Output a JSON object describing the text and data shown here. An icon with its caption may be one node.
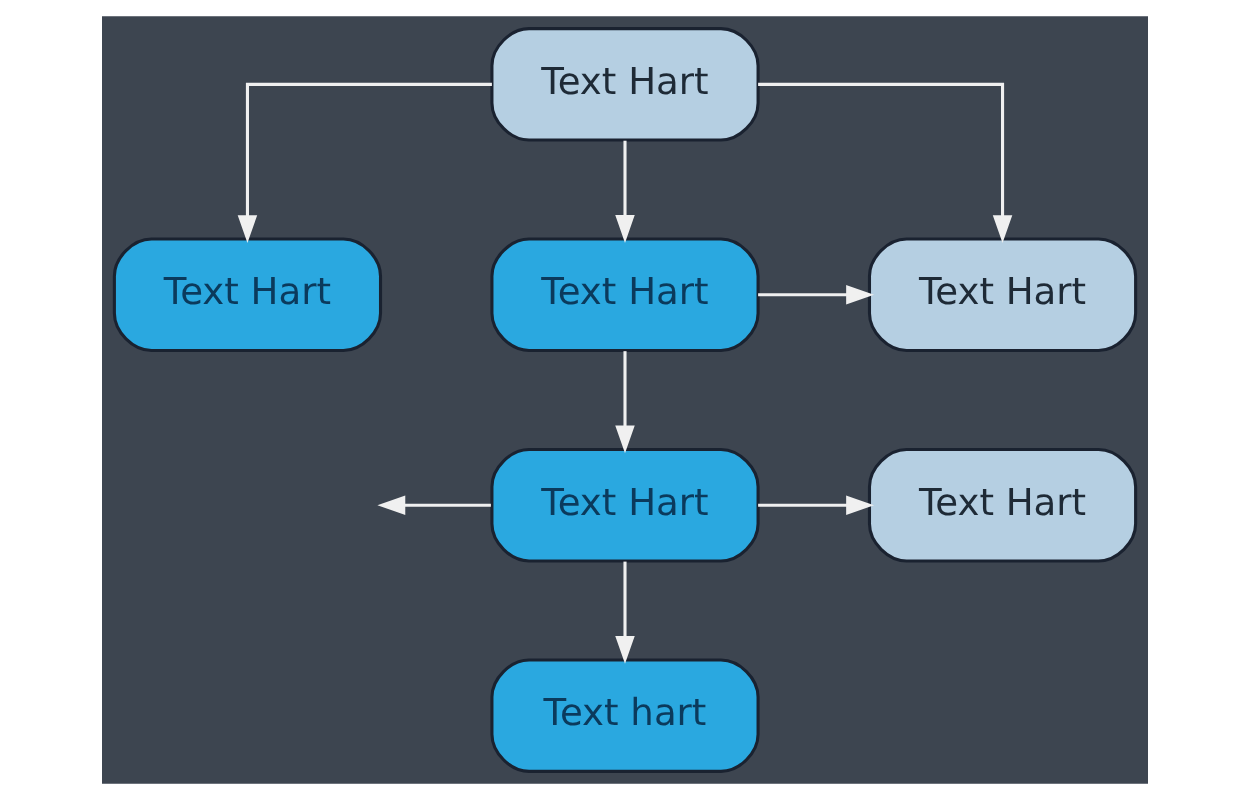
{
  "diagram": {
    "nodes": [
      {
        "text": [
          "Text Hart"
        ]
      },
      {
        "text": [
          "Text Hart"
        ]
      },
      {
        "text": [
          "Text Hart"
        ]
      },
      {
        "text": [
          "Text Hart"
        ]
      },
      {
        "text": [
          "Text Hart"
        ]
      },
      {
        "text": [
          "Text Hart"
        ]
      },
      {
        "text": [
          "Text hart"
        ]
      }
    ],
    "edges": [
      {
        "from": 0,
        "to": 1,
        "arrow": "to"
      },
      {
        "from": 0,
        "to": 2,
        "arrow": "to"
      },
      {
        "from": 0,
        "to": 3,
        "arrow": "to"
      },
      {
        "from": 2,
        "to": 3,
        "arrow": "to"
      },
      {
        "from": 2,
        "to": 4,
        "arrow": "to"
      },
      {
        "from": 4,
        "to": 5,
        "arrow": "to"
      },
      {
        "from": 4,
        "to": 6,
        "arrow": "to"
      },
      {
        "from": 4,
        "to": null,
        "arrow": "to"
      }
    ]
  }
}
